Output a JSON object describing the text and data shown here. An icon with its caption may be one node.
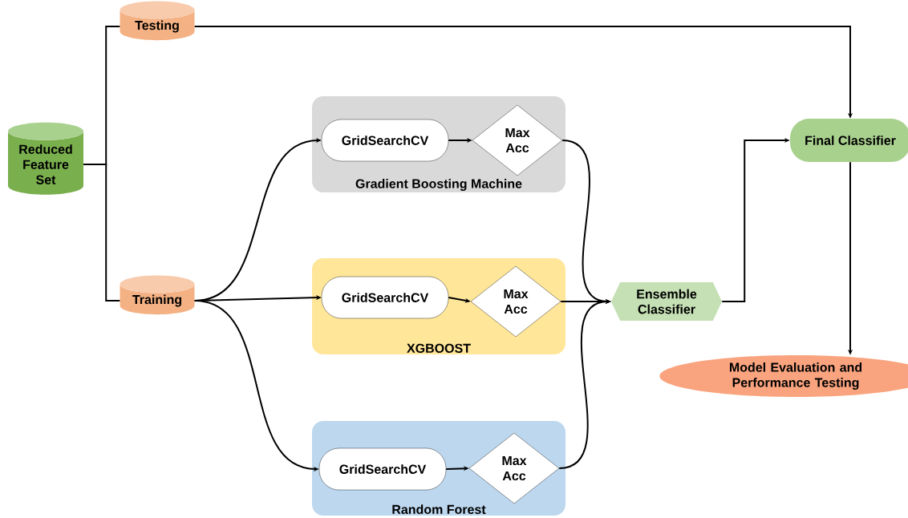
{
  "diagram": {
    "nodes": [
      {
        "text": [
          "Reduced Feature Set"
        ]
      },
      {
        "text": [
          "Testing"
        ]
      },
      {
        "text": [
          "Training"
        ]
      },
      {
        "text": [
          "Gradient Boosting Machine"
        ]
      },
      {
        "text": [
          "GridSearchCV"
        ],
        "in": 3
      },
      {
        "text": [
          "Max Acc"
        ],
        "in": 3
      },
      {
        "text": [
          "XGBOOST"
        ]
      },
      {
        "text": [
          "GridSearchCV"
        ],
        "in": 6
      },
      {
        "text": [
          "Max Acc"
        ],
        "in": 6
      },
      {
        "text": [
          "Random Forest"
        ]
      },
      {
        "text": [
          "GridSearchCV"
        ],
        "in": 9
      },
      {
        "text": [
          "Max Acc"
        ],
        "in": 9
      },
      {
        "text": [
          "Ensemble Classifier"
        ]
      },
      {
        "text": [
          "Final Classifier"
        ]
      },
      {
        "text": [
          "Model Evaluation and Performance Testing"
        ]
      }
    ],
    "edges": [
      {
        "from": 0,
        "to": 1,
        "arrow": "none"
      },
      {
        "from": 0,
        "to": 2,
        "arrow": "none"
      },
      {
        "from": 1,
        "to": 13,
        "arrow": "to"
      },
      {
        "from": 2,
        "to": 4,
        "arrow": "to"
      },
      {
        "from": 2,
        "to": 7,
        "arrow": "to"
      },
      {
        "from": 2,
        "to": 10,
        "arrow": "to"
      },
      {
        "from": 4,
        "to": 5,
        "arrow": "to"
      },
      {
        "from": 7,
        "to": 8,
        "arrow": "to"
      },
      {
        "from": 10,
        "to": 11,
        "arrow": "to"
      },
      {
        "from": 5,
        "to": 12,
        "arrow": "to"
      },
      {
        "from": 8,
        "to": 12,
        "arrow": "to"
      },
      {
        "from": 11,
        "to": 12,
        "arrow": "to"
      },
      {
        "from": 12,
        "to": 13,
        "arrow": "to"
      },
      {
        "from": 13,
        "to": 14,
        "arrow": "to"
      }
    ]
  }
}
